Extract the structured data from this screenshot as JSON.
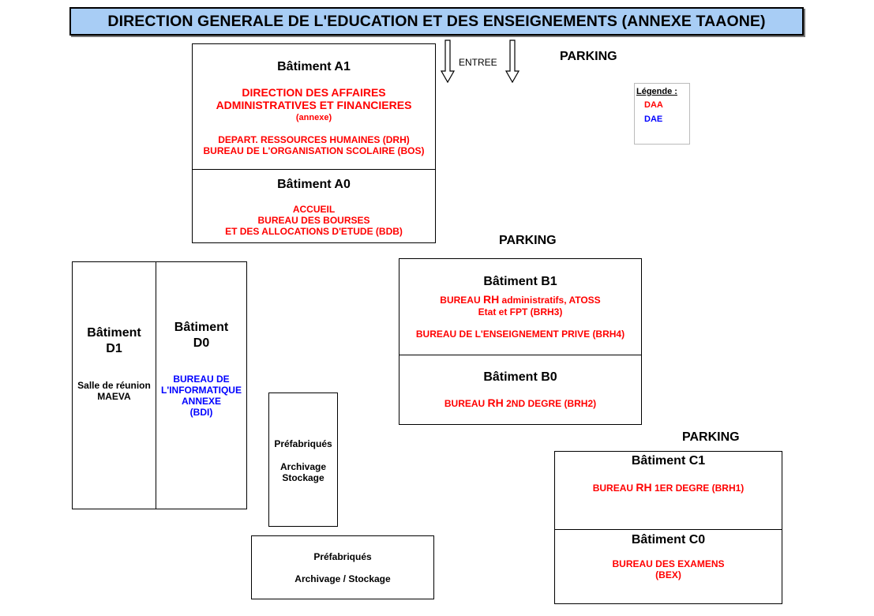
{
  "title": "DIRECTION GENERALE DE L'EDUCATION ET DES ENSEIGNEMENTS (ANNEXE TAAONE)",
  "entrance": "ENTREE",
  "parking": [
    "PARKING",
    "PARKING",
    "PARKING"
  ],
  "legend": {
    "title": "Légende :",
    "items": [
      "DAA",
      "DAE"
    ],
    "colors": {
      "DAA": "#ff0000",
      "DAE": "#0000ff"
    }
  },
  "building_a1": {
    "name": "Bâtiment A1",
    "lines": [
      "DIRECTION DES AFFAIRES",
      "ADMINISTRATIVES ET FINANCIERES",
      "(annexe)",
      "DEPART. RESSOURCES HUMAINES (DRH)",
      "BUREAU DE L'ORGANISATION SCOLAIRE (BOS)"
    ]
  },
  "building_a0": {
    "name": "Bâtiment A0",
    "lines": [
      "ACCUEIL",
      "BUREAU DES BOURSES",
      "ET  DES ALLOCATIONS D'ETUDE (BDB)"
    ]
  },
  "building_d1": {
    "name_line1": "Bâtiment",
    "name_line2": "D1",
    "lines": [
      "Salle de réunion",
      "MAEVA"
    ]
  },
  "building_d0": {
    "name_line1": "Bâtiment",
    "name_line2": "D0",
    "lines": [
      "BUREAU DE",
      "L'INFORMATIQUE",
      "ANNEXE",
      "(BDI)"
    ]
  },
  "prefab_1": {
    "lines": [
      "Préfabriqués",
      "Archivage",
      "Stockage"
    ]
  },
  "prefab_2": {
    "lines": [
      "Préfabriqués",
      "Archivage / Stockage"
    ]
  },
  "building_b1": {
    "name": "Bâtiment B1",
    "line1_a": "BUREAU ",
    "line1_b": "RH",
    "line1_c": " administratifs, ATOSS",
    "line2": "Etat et FPT (BRH3)",
    "line3": "BUREAU DE L'ENSEIGNEMENT PRIVE (BRH4)"
  },
  "building_b0": {
    "name": "Bâtiment B0",
    "line_a": "BUREAU ",
    "line_b": "RH",
    "line_c": " 2ND DEGRE (BRH2)"
  },
  "building_c1": {
    "name": "Bâtiment C1",
    "line_a": "BUREAU ",
    "line_b": "RH",
    "line_c": " 1ER DEGRE (BRH1)"
  },
  "building_c0": {
    "name": "Bâtiment C0",
    "lines": [
      "BUREAU DES EXAMENS",
      "(BEX)"
    ]
  }
}
